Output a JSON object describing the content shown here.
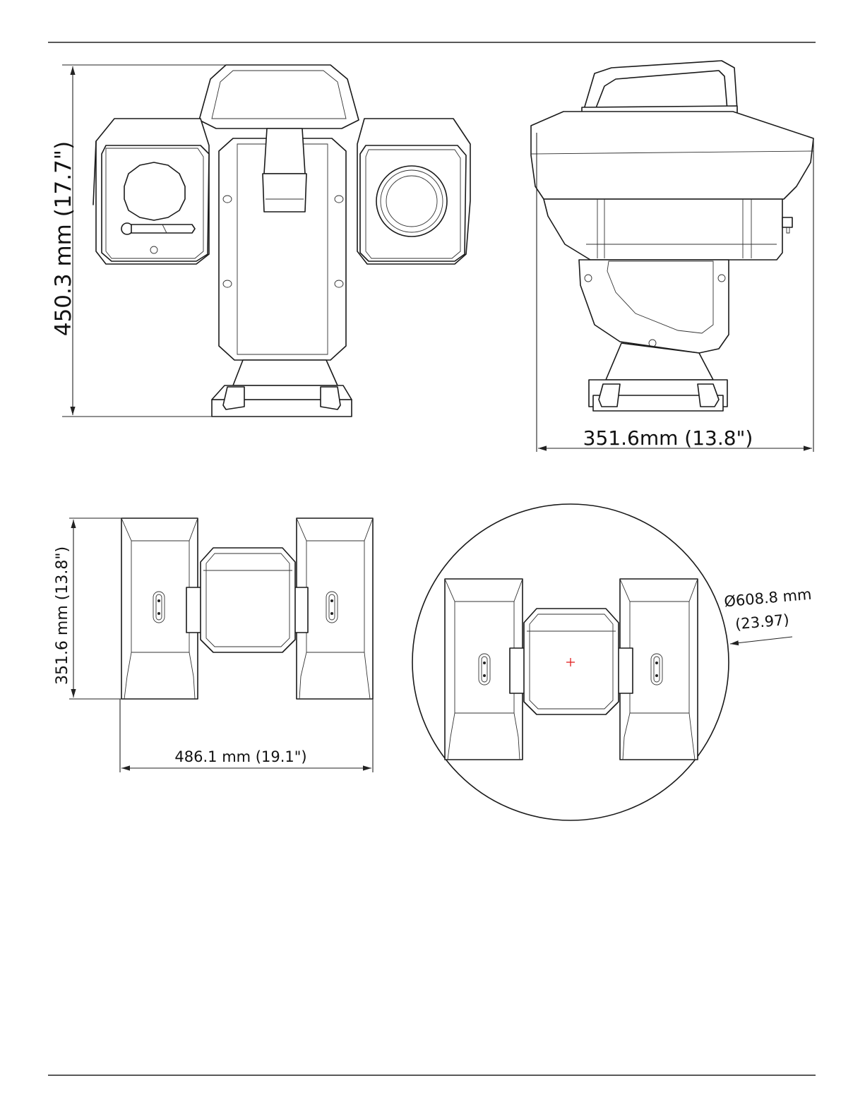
{
  "colors": {
    "line": "#1a1a1a",
    "center_mark": "#e02020",
    "background": "#ffffff"
  },
  "dimensions": {
    "front_height": "450.3 mm (17.7\")",
    "side_width": "351.6mm (13.8\")",
    "top_depth": "351.6 mm (13.8\")",
    "top_width": "486.1 mm (19.1\")",
    "diameter_mm": "Ø608.8 mm",
    "diameter_in": "(23.97)"
  }
}
